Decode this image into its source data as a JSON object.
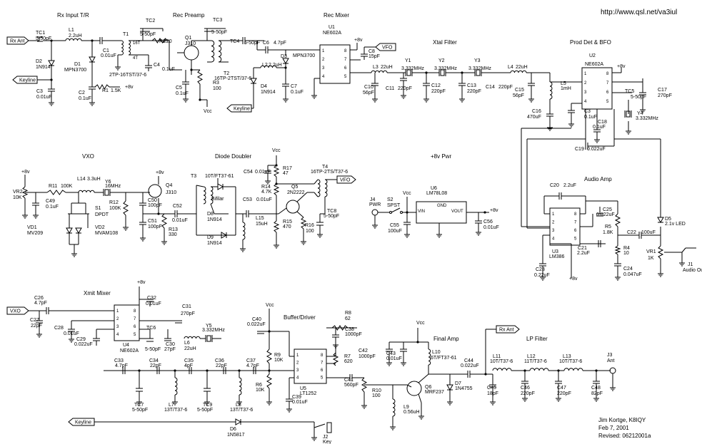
{
  "header": {
    "url": "http://www.qsl.net/va3iul"
  },
  "sections": {
    "rx_input": "Rx Input T/R",
    "rec_preamp": "Rec Preamp",
    "rec_mixer": "Rec Mixer",
    "xtal_filter": "Xtal Filter",
    "prod_det_bfo": "Prod Det & BFO",
    "vxo": "VXO",
    "diode_doubler": "Diode Doubler",
    "pwr": "+8v Pwr",
    "audio_amp": "Audio Amp",
    "xmit_mixer": "Xmit Mixer",
    "buffer_driver": "Buffer/Driver",
    "final_amp": "Final Amp",
    "lp_filter": "LP Filter"
  },
  "net_tags": {
    "rx_ant_in": "Rx Ant",
    "keyline_1": "Keyline",
    "keyline_2": "Keyline",
    "keyline_3": "Keyline",
    "vfo_1": "VFO",
    "vfo_2": "VFO",
    "vxo_in": "VXO",
    "rx_ant_out": "Rx Ant"
  },
  "labels": {
    "tc1": "TC1",
    "tc1_v": "5-50pF",
    "l1": "L1",
    "l1_v": "2.2uH",
    "c1": "C1",
    "c1_v": "0.01uF",
    "t1": "T1",
    "t1_a": "16T",
    "t1_b": "4T",
    "t1_v": "2TP-16TST/37-6",
    "d1": "D1",
    "d1_v": "MPN3700",
    "d2": "D2",
    "d2_v": "1N914",
    "c3": "C3",
    "c3_v": "0.01uF",
    "c2": "C2",
    "c2_v": "0.1uF",
    "r1": "R1",
    "r1_v": "1.5K",
    "v8_a": "+8v",
    "tc2": "TC2",
    "tc2_v": "5-50pF",
    "r2": "R2",
    "r2_v": "220",
    "q1": "Q1",
    "q1_v": "J310",
    "c4": "C4",
    "c4_v": "0.1uF",
    "c5": "C5",
    "c5_v": "0.1uF",
    "r3": "R3",
    "r3_v": "100",
    "vcc_a": "Vcc",
    "tc3": "TC3",
    "tc3_v": "5-50pF",
    "t2": "T2",
    "t2_v": "16TP-2TST/37-6",
    "tc4": "TC4",
    "tc4_v": "5-50pF",
    "c6": "C6",
    "c6_v": "4.7pF",
    "d3": "D3",
    "d3_v": "MPN3700",
    "l2": "L2",
    "l2_v": "2.2uH",
    "d4": "D4",
    "d4_v": "1N914",
    "c7": "C7",
    "c7_v": "0.1uF",
    "u1": "U1",
    "u1_v": "NE602A",
    "v8_b": "+8v",
    "c8": "C8",
    "c8_v": "15pF",
    "l3": "L3",
    "l3_v": "22uH",
    "c10": "C10",
    "c10_v": "56pF",
    "c11": "C11",
    "c11_v": "220pF",
    "y1": "Y1",
    "y1_v": "3.332MHz",
    "y2": "Y2",
    "y2_v": "3.332MHz",
    "y3": "Y3",
    "y3_v": "3.332MHz",
    "c12": "C12",
    "c12_v": "220pF",
    "c13": "C13",
    "c13_v": "220pF",
    "c14": "C14",
    "c14_v": "220pF",
    "l4": "L4",
    "l4_v": "22uH",
    "c15": "C15",
    "c15_v": "56pF",
    "l5": "L5",
    "l5_v": "1mH",
    "u2": "U2",
    "u2_v": "NE602A",
    "v8_c": "+8v",
    "tc5": "TC5",
    "tc5_v": "5-50pF",
    "c17": "C17",
    "c17_v": "270pF",
    "c16": "C16",
    "c16_v": "470uF",
    "c3b": "C3",
    "c3b_v": "0.1uF",
    "c18": "C18",
    "c18_v": "0.1uF",
    "y4": "Y4",
    "y4_v": "3.332MHz",
    "c19": "C19",
    "c19_v": "0.022uF",
    "v8_d": "+8v",
    "vr2": "VR2",
    "vr2_v": "10K",
    "r11": "R11",
    "r11_v": "100K",
    "l14": "L14",
    "l14_v": "3.3uH",
    "y6": "Y6",
    "y6_v": "16MHz",
    "v8_e": "+8v",
    "q4": "Q4",
    "q4_v": "J310",
    "c49": "C49",
    "c49_v": "0.1uF",
    "s1": "S1",
    "s1_v": "DPDT",
    "r12": "R12",
    "r12_v": "100K",
    "c50": "C50",
    "c50_v": "100pF",
    "c51": "C51",
    "c51_v": "100pF",
    "c52": "C52",
    "c52_v": "0.01uF",
    "r13": "R13",
    "r13_v": "330",
    "vd1": "VD1",
    "vd1_v": "MV209",
    "vd2": "VD2",
    "vd2_v": "MVAM108",
    "t3": "T3",
    "t3_v": "10T/FT37-61",
    "t3_b": "Bifilar",
    "d8": "D8",
    "d8_v": "1N914",
    "d9": "D9",
    "d9_v": "1N914",
    "vcc_b": "Vcc",
    "c54": "C54",
    "c54_v": "0.01uF",
    "r17": "R17",
    "r17_v": "47",
    "r14": "R14",
    "r14_v": "4.7K",
    "c53": "C53",
    "c53_v": "0.01uF",
    "q5": "Q5",
    "q5_v": "2N2222",
    "l15": "L15",
    "l15_v": "15uH",
    "r15": "R15",
    "r15_v": "470",
    "r16": "R16",
    "r16_v": "100",
    "t4": "T4",
    "t4_v": "16TP-2TS/T37-6",
    "tc8": "TC8",
    "tc8_v": "5-50pF",
    "j4": "J4",
    "j4_v": "PWR",
    "s2": "S2",
    "s2_v": "SPST",
    "vcc_c": "Vcc",
    "u6": "U6",
    "u6_v": "LM78L08",
    "vin": "VIN",
    "gnd": "GND",
    "vout": "VOUT",
    "v8_f": "+8v",
    "c55": "C55",
    "c55_v": "100uF",
    "c56": "C56",
    "c56_v": "0.01uF",
    "c20": "C20",
    "c20_v": "2.2uF",
    "c25": "C25",
    "c25_v": "0.022uF",
    "r5": "R5",
    "r5_v": "1.8K",
    "c22": "C22",
    "c22_v": "100uF",
    "d5": "D5",
    "d5_v": "2.1v LED",
    "u3": "U3",
    "u3_v": "LM386",
    "c21": "C21",
    "c21_v": "2.2uF",
    "r4": "R4",
    "r4_v": "10",
    "c24": "C24",
    "c24_v": "0.047uF",
    "c23": "C23",
    "c23_v": "0.22uF",
    "v8_g": "+8v",
    "vr1": "VR1",
    "vr1_v": "1K",
    "j1": "J1",
    "j1_v": "Audio Out",
    "c26": "C26",
    "c26_v": "4.7pF",
    "c27": "C27",
    "c27_v": "22pF",
    "c28": "C28",
    "c28_v": "0.01uF",
    "c29": "C29",
    "c29_v": "0.022uF",
    "v8_h": "+8v",
    "c32": "C32",
    "c32_v": "0.01uF",
    "c31": "C31",
    "c31_v": "270pF",
    "u4": "U4",
    "u4_v": "NE602A",
    "tc6": "TC6",
    "tc6_v": "5-50pF",
    "c30": "C30",
    "c30_v": "27pF",
    "l6": "L6",
    "l6_v": "22uH",
    "y5": "Y5",
    "y5_v": "3.332MHz",
    "c33": "C33",
    "c33_v": "4.7pF",
    "c34": "C34",
    "c34_v": "22pF",
    "c35": "C35",
    "c35_v": "4pF",
    "c36": "C36",
    "c36_v": "22pF",
    "c37": "C37",
    "c37_v": "4.7pF",
    "tc7": "TC7",
    "tc7_v": "5-50pF",
    "l7": "L7",
    "l7_v": "13T/T37-6",
    "tc9": "TC9",
    "tc9_v": "5-50pF",
    "l8": "L8",
    "l8_v": "13T/T37-6",
    "vcc_d": "Vcc",
    "c40": "C40",
    "c40_v": "0.022uF",
    "r9": "R9",
    "r9_v": "10K",
    "r6": "R6",
    "r6_v": "10K",
    "c39": "C39",
    "c39_v": "0.01uF",
    "u5": "U5",
    "u5_v": "LT1252",
    "r8": "R8",
    "r8_v": "62",
    "c38": "C38",
    "c38_v": "1000pF",
    "r7": "R7",
    "r7_v": "620",
    "c41": "C41",
    "c41_v": "560pF",
    "r10": "R10",
    "r10_v": "100",
    "c42": "C42",
    "c42_v": "1000pF",
    "c43": "C43",
    "c43_v": "0.01uF",
    "vcc_e": "Vcc",
    "l10": "L10",
    "l10_v": "6T/FT37-61",
    "l9": "L9",
    "l9_v": "0.56uH",
    "q6": "Q6",
    "q6_v": "MRF237",
    "d7": "D7",
    "d7_v": "1N4755",
    "c44": "C44",
    "c44_v": "0.022uF",
    "l11": "L11",
    "l11_v": "10T/T37-6",
    "l12": "L12",
    "l12_v": "11T/T37-6",
    "l13": "L13",
    "l13_v": "10T/T37-6",
    "c45": "C45",
    "c45_v": "18pF",
    "c46": "C46",
    "c46_v": "220pF",
    "c47": "C47",
    "c47_v": "220pF",
    "c48": "C48",
    "c48_v": "82pF",
    "j3": "J3",
    "j3_v": "Ant",
    "d6": "D6",
    "d6_v": "1N5817",
    "j2": "J2",
    "j2_v": "Key"
  },
  "ic_pins": {
    "p1": "1",
    "p2": "2",
    "p3": "3",
    "p4": "4",
    "p5": "5",
    "p6": "6",
    "p7": "7",
    "p8": "8"
  },
  "footer": {
    "author": "Jim Kortge, K8IQY",
    "date": "Feb 7, 2001",
    "revised": "Revised:  06212001a"
  }
}
